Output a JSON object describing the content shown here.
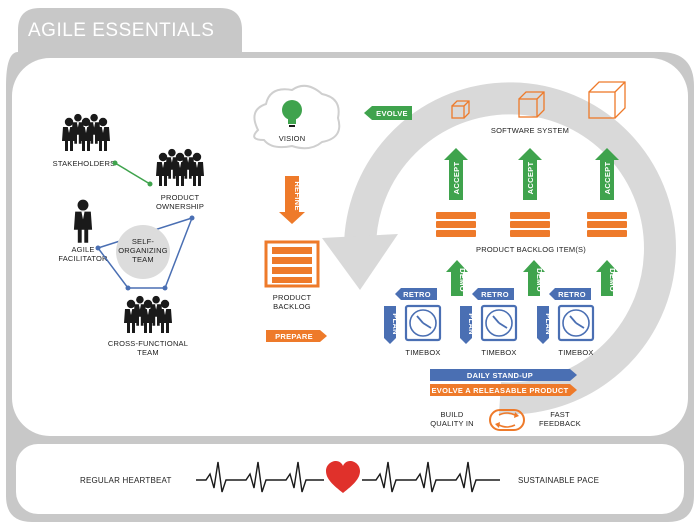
{
  "title": "AGILE ESSENTIALS",
  "roles": {
    "stakeholders": "STAKEHOLDERS",
    "product_ownership": [
      "PRODUCT",
      "OWNERSHIP"
    ],
    "agile_facilitator": [
      "AGILE",
      "FACILITATOR"
    ],
    "self_organizing_team": [
      "SELF-",
      "ORGANIZING",
      "TEAM"
    ],
    "cross_functional_team": [
      "CROSS-FUNCTIONAL",
      "TEAM"
    ]
  },
  "vision": "VISION",
  "refine": "REFINE",
  "product_backlog": [
    "PRODUCT",
    "BACKLOG"
  ],
  "prepare": "PREPARE",
  "evolve": "EVOLVE",
  "software_system": "SOFTWARE SYSTEM",
  "accept": "ACCEPT",
  "product_backlog_items": "PRODUCT BACKLOG ITEM(S)",
  "demo": "DEMO",
  "retro": "RETRO",
  "plan": "PLAN",
  "timebox": "TIMEBOX",
  "daily_standup": "DAILY STAND-UP",
  "evolve_releasable": "EVOLVE A RELEASABLE PRODUCT",
  "build_quality_in": [
    "BUILD",
    "QUALITY IN"
  ],
  "fast_feedback": [
    "FAST",
    "FEEDBACK"
  ],
  "regular_heartbeat": "REGULAR HEARTBEAT",
  "sustainable_pace": "SUSTAINABLE PACE",
  "colors": {
    "frame": "#c8c8c8",
    "cycle": "#d9d9d9",
    "orange": "#ee7a2a",
    "green": "#3fa34d",
    "blue": "#4a6fb3",
    "heart": "#e0312b",
    "dark": "#1a1a1a"
  }
}
